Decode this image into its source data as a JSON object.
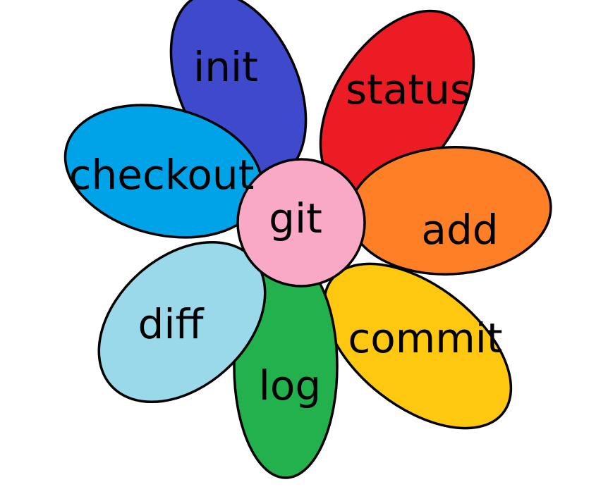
{
  "center": {
    "label": "git",
    "color": "#f9a8c6"
  },
  "petals": [
    {
      "id": "init",
      "label": "init",
      "color": "#3f49cc"
    },
    {
      "id": "status",
      "label": "status",
      "color": "#ec1c24"
    },
    {
      "id": "add",
      "label": "add",
      "color": "#ff7f27"
    },
    {
      "id": "commit",
      "label": "commit",
      "color": "#fec810"
    },
    {
      "id": "log",
      "label": "log",
      "color": "#22b14c"
    },
    {
      "id": "diff",
      "label": "diff",
      "color": "#99d9ea"
    },
    {
      "id": "checkout",
      "label": "checkout",
      "color": "#00a2e8"
    }
  ]
}
